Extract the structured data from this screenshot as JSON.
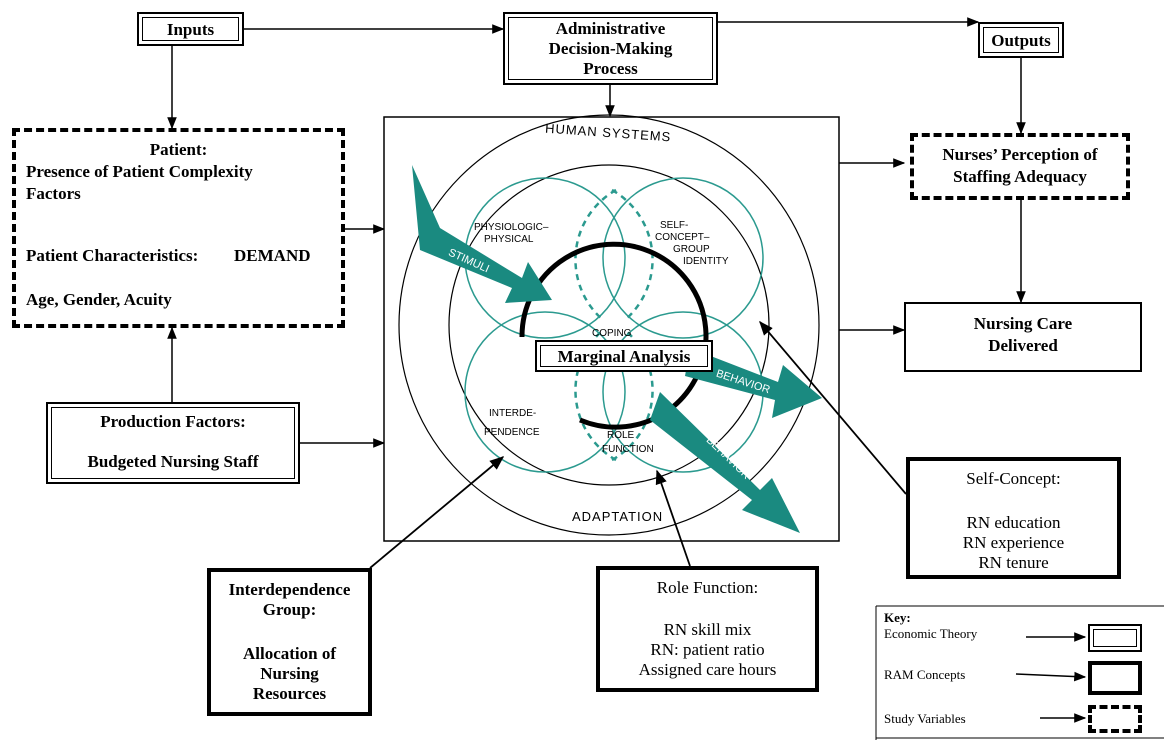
{
  "header": {
    "inputs": "Inputs",
    "process_line1": "Administrative",
    "process_line2": "Decision-Making",
    "process_line3": "Process",
    "outputs": "Outputs"
  },
  "patient": {
    "title": "Patient:",
    "line1": "Presence of Patient Complexity",
    "line2": "Factors",
    "line3": "Patient Characteristics:",
    "demand": "DEMAND",
    "line4": "Age, Gender, Acuity"
  },
  "production": {
    "title": "Production Factors:",
    "line1": "Budgeted Nursing Staff"
  },
  "roy_model": {
    "human_systems": "HUMAN SYSTEMS",
    "adaptation": "ADAPTATION",
    "physiologic_1": "PHYSIOLOGIC–",
    "physiologic_2": "PHYSICAL",
    "self_concept_1": "SELF-",
    "self_concept_2": "CONCEPT–",
    "self_concept_3": "GROUP",
    "self_concept_4": "IDENTITY",
    "interdep_1": "INTERDE-",
    "interdep_2": "PENDENCE",
    "role_1": "ROLE",
    "role_2": "FUNCTION",
    "coping": "COPING",
    "stimuli": "STIMULI",
    "behavior": "BEHAVIOR",
    "marginal": "Marginal Analysis"
  },
  "outputs_boxes": {
    "perception_1": "Nurses’ Perception of",
    "perception_2": "Staffing Adequacy",
    "care_1": "Nursing Care",
    "care_2": "Delivered"
  },
  "self_concept": {
    "title": "Self-Concept:",
    "l1": "RN education",
    "l2": "RN experience",
    "l3": "RN tenure"
  },
  "interdependence": {
    "t1": "Interdependence",
    "t2": "Group:",
    "l1": "Allocation of",
    "l2": "Nursing",
    "l3": "Resources"
  },
  "role_function": {
    "title": "Role Function:",
    "l1": "RN skill mix",
    "l2": "RN: patient ratio",
    "l3": "Assigned care hours"
  },
  "key": {
    "title": "Key:",
    "economic": "Economic Theory",
    "ram": "RAM Concepts",
    "study": "Study Variables"
  },
  "colors": {
    "teal": "#1a8a80",
    "teal_line": "#2b9a8f",
    "black": "#000000"
  }
}
